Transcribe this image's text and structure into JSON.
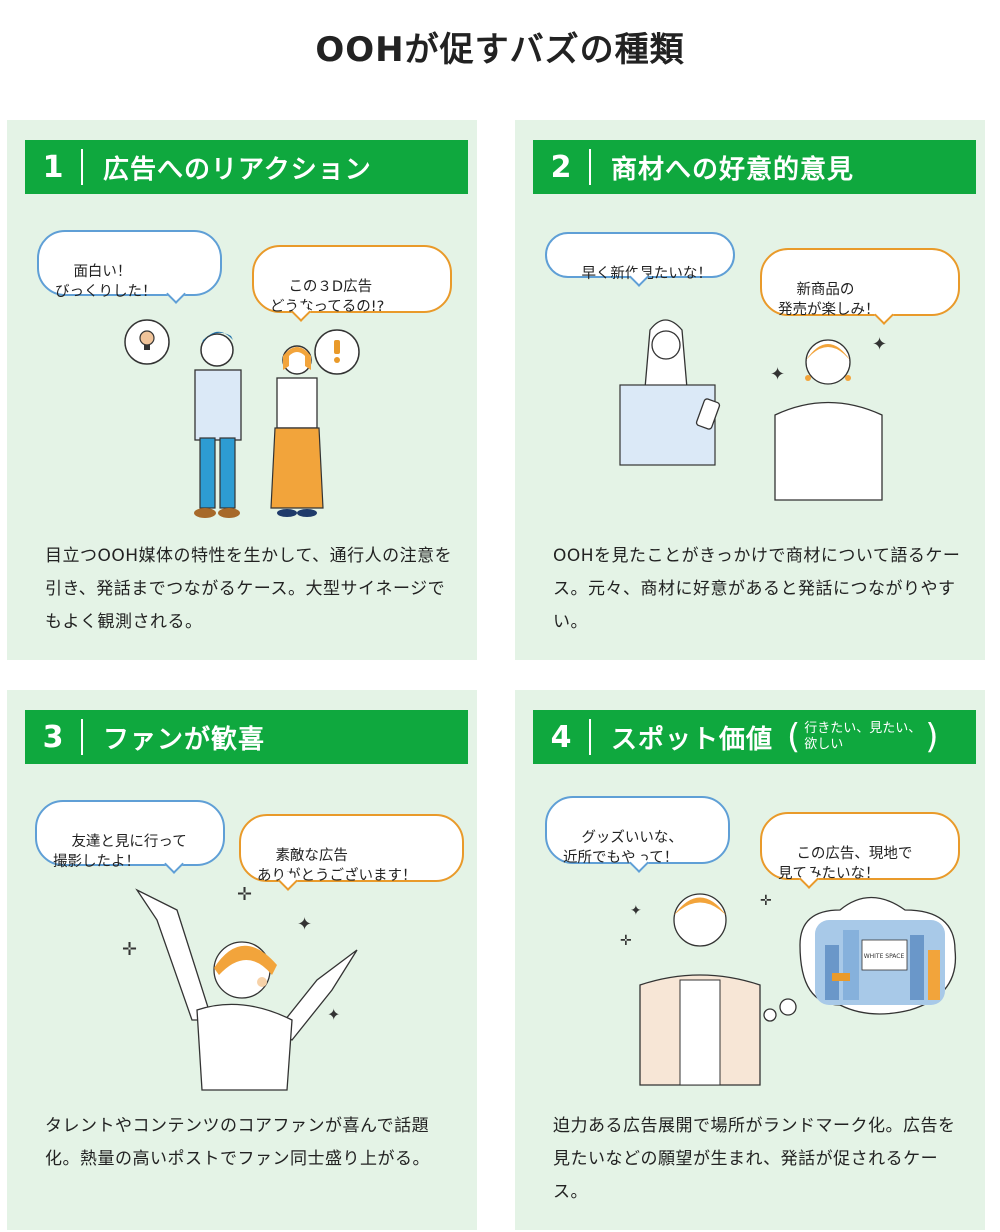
{
  "title": "OOHが促すバズの種類",
  "colors": {
    "green": "#0fa83e",
    "card_bg": "#e4f3e6",
    "bubble_blue": "#5f9fd6",
    "bubble_orange": "#e99a2a"
  },
  "cards": [
    {
      "number": "1",
      "heading": "広告へのリアクション",
      "bubbles": [
        "面白い！\nびっくりした！",
        "この３D広告\nどうなってるの!?"
      ],
      "description": "目立つOOH媒体の特性を生かして、通行人の注意を引き、発話までつながるケース。大型サイネージでもよく観測される。"
    },
    {
      "number": "2",
      "heading": "商材への好意的意見",
      "bubbles": [
        "早く新作見たいな！",
        "新商品の\n発売が楽しみ！"
      ],
      "description": "OOHを見たことがきっかけで商材について語るケース。元々、商材に好意があると発話につながりやすい。"
    },
    {
      "number": "3",
      "heading": "ファンが歓喜",
      "bubbles": [
        "友達と見に行って\n撮影したよ！",
        "素敵な広告\nありがとうございます！"
      ],
      "description": "タレントやコンテンツのコアファンが喜んで話題化。熱量の高いポストでファン同士盛り上がる。"
    },
    {
      "number": "4",
      "heading": "スポット価値",
      "heading_sub_1": "行きたい、見たい、",
      "heading_sub_2": "欲しい",
      "bubbles": [
        "グッズいいな、\n近所でもやって！",
        "この広告、現地で\n見てみたいな！"
      ],
      "billboard": "WHITE SPACE",
      "description": "迫力ある広告展開で場所がランドマーク化。広告を見たいなどの願望が生まれ、発話が促されるケース。"
    }
  ]
}
